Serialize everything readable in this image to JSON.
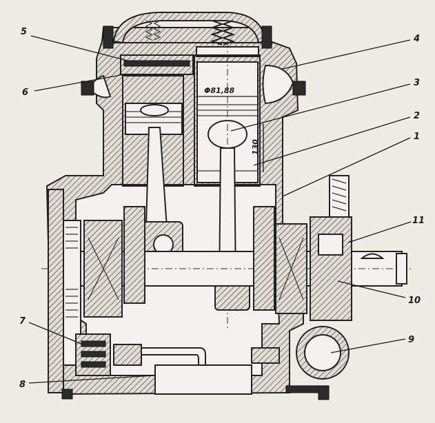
{
  "figure": {
    "dimensions": {
      "bore": "Φ81,88",
      "stroke": "130"
    },
    "callouts": [
      {
        "id": "c1",
        "label": "1"
      },
      {
        "id": "c2",
        "label": "2"
      },
      {
        "id": "c3",
        "label": "3"
      },
      {
        "id": "c4",
        "label": "4"
      },
      {
        "id": "c5",
        "label": "5"
      },
      {
        "id": "c6",
        "label": "6"
      },
      {
        "id": "c7",
        "label": "7"
      },
      {
        "id": "c8",
        "label": "8"
      },
      {
        "id": "c9",
        "label": "9"
      },
      {
        "id": "c10",
        "label": "10"
      },
      {
        "id": "c11",
        "label": "11"
      }
    ]
  },
  "colors": {
    "paper": "#efece6",
    "ink": "#222222",
    "section_fill": "#d8d4cc"
  }
}
